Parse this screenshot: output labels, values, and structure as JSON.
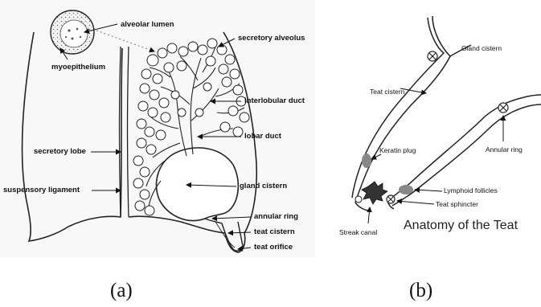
{
  "panel_a": {
    "labels": {
      "alveolar_lumen": "alveolar lumen",
      "myoepithelium": "myoepithelium",
      "secretory_alveolus": "secretory alveolus",
      "interlobular_duct": "interlobular duct",
      "lobar_duct": "lobar duct",
      "secretory_lobe": "secretory lobe",
      "suspensory_ligament": "suspensory ligament",
      "gland_cistern": "gland cistern",
      "annular_ring": "annular ring",
      "teat_cistern": "teat cistern",
      "teat_orifice": "teat orifice"
    },
    "caption": "(a)"
  },
  "panel_b": {
    "labels": {
      "gland_cistern": "Gland cistern",
      "teat_cistern": "Teat cistern",
      "keratin_plug": "Keratin plug",
      "annular_ring": "Annular ring",
      "lymphoid_follicles": "Lymphoid follicles",
      "teat_sphincter": "Teat sphincter",
      "streak_canal": "Streak canal"
    },
    "title": "Anatomy of the Teat",
    "caption": "(b)"
  }
}
